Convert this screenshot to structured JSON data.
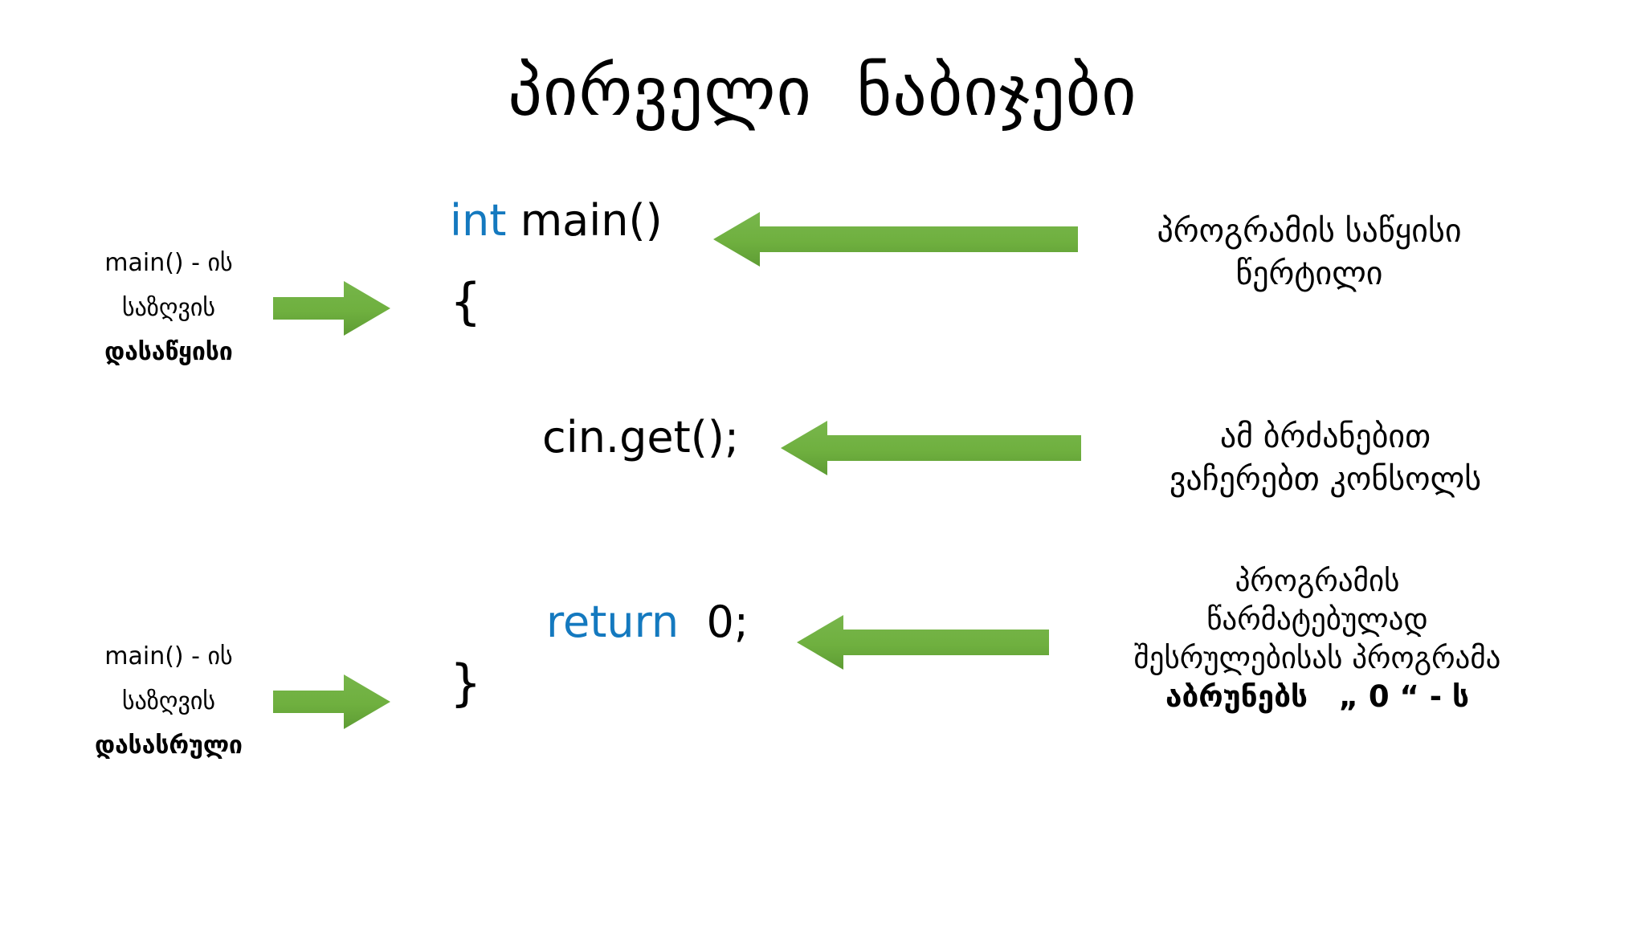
{
  "slide": {
    "title": "პირველი  ნაბიჯები",
    "background_color": "#ffffff",
    "accent_green": "#6FB03F",
    "keyword_blue": "#1479BF",
    "text_color": "#000000"
  },
  "code": {
    "line_main_keyword": "int ",
    "line_main_rest": "main()",
    "brace_open": "{",
    "line_cin": "cin.get();",
    "line_return_keyword": "return",
    "line_return_rest": "  0;",
    "brace_close": "}"
  },
  "annotations": {
    "left_top": {
      "line1": "main() - ის",
      "line2": "საზღვის",
      "line3": "დასაწყისი"
    },
    "left_bottom": {
      "line1": "main() - ის",
      "line2": "საზღვის",
      "line3": "დასასრული"
    },
    "right_top": {
      "line1": "პროგრამის საწყისი",
      "line2": "წერტილი"
    },
    "right_mid": {
      "line1": "ამ ბრძანებით",
      "line2": "ვაჩერებთ კონსოლს"
    },
    "right_bottom": {
      "line1": "პროგრამის",
      "line2": "წარმატებულად",
      "line3": "შესრულებისას პროგრამა",
      "line4": "აბრუნებს   „ 0 “ - ს"
    }
  },
  "arrows": [
    {
      "name": "arrow-to-open-brace",
      "direction": "right",
      "length": 140,
      "color": "#6FB03F"
    },
    {
      "name": "arrow-to-close-brace",
      "direction": "right",
      "length": 140,
      "color": "#6FB03F"
    },
    {
      "name": "arrow-to-main",
      "direction": "left",
      "length": 450,
      "color": "#6FB03F"
    },
    {
      "name": "arrow-to-cin",
      "direction": "left",
      "length": 370,
      "color": "#6FB03F"
    },
    {
      "name": "arrow-to-return",
      "direction": "left",
      "length": 310,
      "color": "#6FB03F"
    }
  ]
}
